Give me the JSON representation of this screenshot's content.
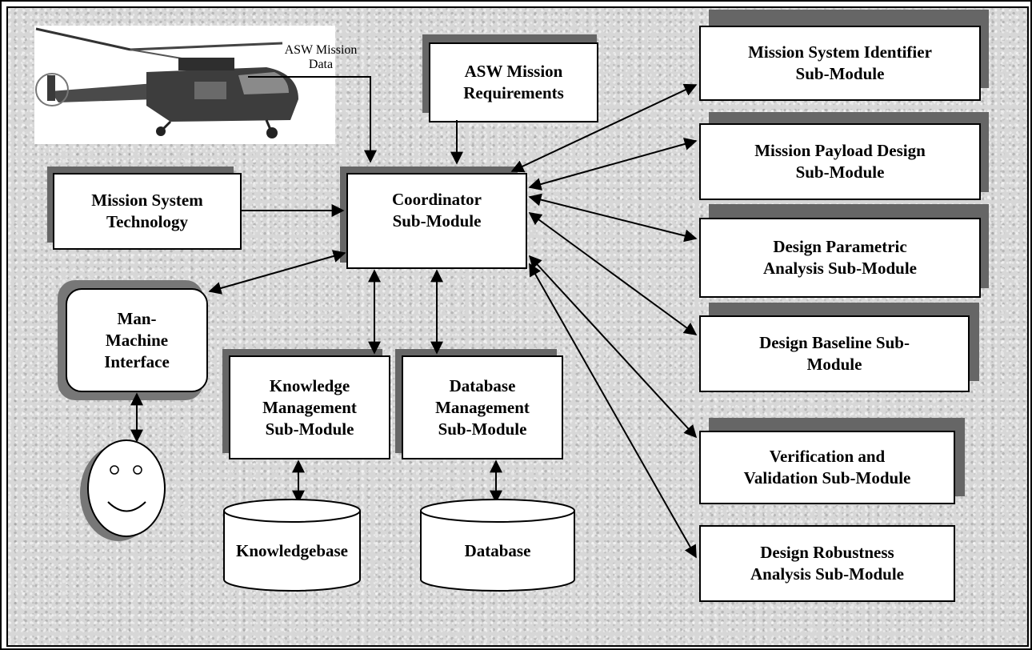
{
  "diagram": {
    "top_label": "ASW Mission\nData",
    "boxes": {
      "asw_requirements": "ASW Mission\nRequirements",
      "mission_system_technology": "Mission System\nTechnology",
      "coordinator": "Coordinator\nSub-Module",
      "man_machine_interface": "Man-\nMachine\nInterface",
      "knowledge_management": "Knowledge\nManagement\nSub-Module",
      "database_management": "Database\nManagement\nSub-Module",
      "mission_system_identifier": "Mission System Identifier\nSub-Module",
      "mission_payload_design": "Mission Payload Design\nSub-Module",
      "design_parametric": "Design Parametric\nAnalysis Sub-Module",
      "design_baseline": "Design Baseline Sub-\nModule",
      "verification_validation": "Verification and\nValidation Sub-Module",
      "design_robustness": "Design Robustness\nAnalysis Sub-Module"
    },
    "stores": {
      "knowledgebase": "Knowledgebase",
      "database": "Database"
    },
    "icons": [
      "helicopter-photo",
      "smiley-face-icon"
    ]
  }
}
